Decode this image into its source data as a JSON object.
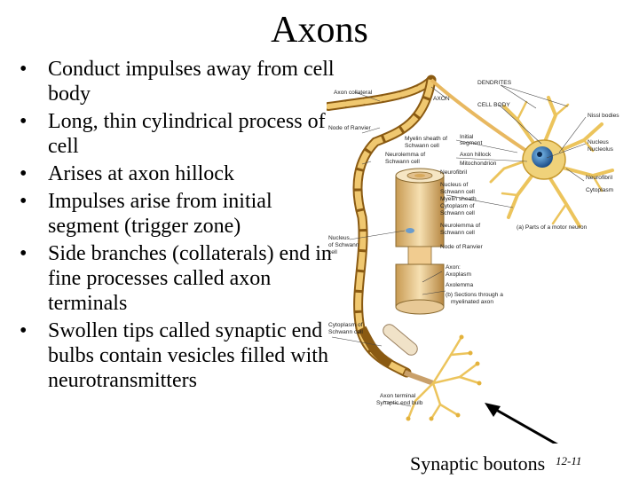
{
  "title": "Axons",
  "bullets": [
    "Conduct impulses away from cell body",
    "Long, thin cylindrical process of cell",
    "Arises at axon hillock",
    "Impulses arise from initial segment (trigger zone)",
    "Side branches (collaterals) end in fine processes called axon terminals",
    "Swollen tips called synaptic end bulbs contain vesicles filled with neurotransmitters"
  ],
  "bullet_glyph": "•",
  "figure": {
    "labels": {
      "axon_collateral": "Axon collateral",
      "axon": "AXON",
      "dendrites": "DENDRITES",
      "cell_body": "CELL BODY",
      "nissl_bodies": "Nissl bodies",
      "node_of_ranvier": "Node of Ranvier",
      "myelin_sheath": "Myelin sheath of",
      "schwann_cell": "Schwann cell",
      "initial_segment_1": "Initial",
      "initial_segment_2": "segment",
      "axon_hillock": "Axon hillock",
      "neurolemma_1": "Neurolemma of",
      "neurolemma_2": "Schwann cell",
      "mitochondrion": "Mitochondrion",
      "nucleus": "Nucleus",
      "nucleolus": "Nucleolus",
      "neurofibril": "Neurofibril",
      "neurofibril_right": "Neurofibril",
      "cytoplasm_right": "Cytoplasm",
      "nucleus_schwann_1": "Nucleus of",
      "nucleus_schwann_2": "Schwann cell",
      "myelin_sheath_2": "Myelin sheath",
      "cytoplasm_schwann_1": "Cytoplasm of",
      "cytoplasm_schwann_2": "Schwann cell",
      "neurolemma_b_1": "Neurolemma of",
      "neurolemma_b_2": "Schwann cell",
      "parts_of_neuron": "(a) Parts of a motor neuron",
      "nucleus_left_1": "Nucleus",
      "nucleus_left_2": "of Schwann",
      "nucleus_left_3": "cell",
      "node_of_ranvier_2": "Node of Ranvier",
      "axon_axoplasm_1": "Axon:",
      "axon_axoplasm_2": "Axoplasm",
      "axolemma": "Axolemma",
      "sections_1": "(b) Sections through a",
      "sections_2": "myelinated axon",
      "cytoplasm_left_1": "Cytoplasm of",
      "cytoplasm_left_2": "Schwann cell",
      "axon_terminal": "Axon terminal",
      "synaptic_end_bulb": "Synaptic end bulb"
    }
  },
  "caption": "Synaptic boutons",
  "page_number": "12-11",
  "colors": {
    "axon_fill": "#e8b860",
    "axon_dark": "#8a5a12",
    "dendrite": "#ecc45c",
    "nucleus": "#2a6aa8",
    "leader": "#444444"
  }
}
